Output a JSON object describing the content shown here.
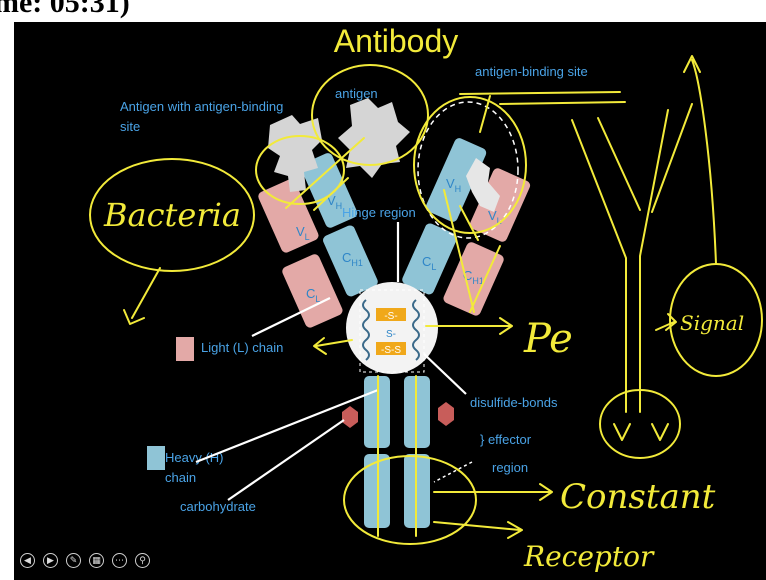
{
  "header": {
    "fragment_text": "me: 05:31)"
  },
  "slide": {
    "title": "Antibody",
    "labels": {
      "antigen_with_site": "Antigen with  antigen-binding",
      "antigen_with_site_2": "site",
      "antigen": "antigen",
      "antigen_binding_site": "antigen-binding site",
      "hinge_region": "Hinge region",
      "light_chain": "Light (L) chain",
      "heavy_chain": "Heavy (H)",
      "heavy_chain_2": "chain",
      "carbohydrate": "carbohydrate",
      "disulfide_bonds": "disulfide-bonds",
      "effector_region": "} effector",
      "effector_region_2": "region",
      "ss_top": "-S-",
      "ss_mid": "S-",
      "ss_bot": "-S-S",
      "vl_left": "V",
      "vl_left_sub": "L",
      "vh_left": "V",
      "vh_left_sub": "H",
      "cl_left": "C",
      "cl_left_sub": "L",
      "ch1_left": "C",
      "ch1_left_sub": "H1",
      "vh_right": "V",
      "vh_right_sub": "H",
      "vl_right": "V",
      "vl_right_sub": "L",
      "cl_right": "C",
      "cl_right_sub": "L",
      "ch1_right": "C",
      "ch1_right_sub": "H1"
    },
    "handwriting": {
      "bacteria": "Bacteria",
      "pe": "Pe",
      "signal": "Signal",
      "constant": "Constant",
      "receptor": "Receptor"
    },
    "colors": {
      "background": "#000000",
      "title": "#f2ea3a",
      "label_blue": "#4aa3e6",
      "light_chain": "#e3a9a7",
      "heavy_chain": "#8fc4d6",
      "ink": "#f2ea3a",
      "disulfide": "#f0a81a"
    }
  },
  "nav": {
    "icons": [
      "prev-icon",
      "next-icon",
      "pen-icon",
      "slide-icon",
      "more-icon",
      "zoom-icon"
    ]
  }
}
